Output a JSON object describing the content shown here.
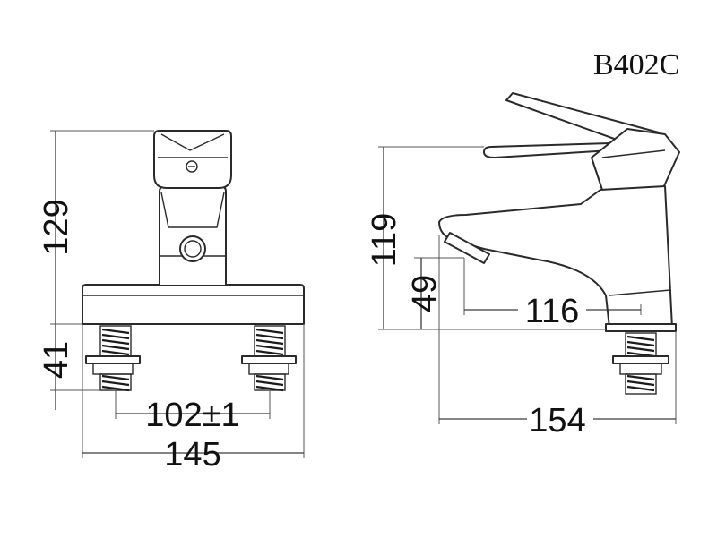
{
  "model": "B402C",
  "front_view": {
    "height_total": "129",
    "thread_length": "41",
    "center_distance": "102±1",
    "base_width": "145"
  },
  "side_view": {
    "height": "119",
    "spout_height": "49",
    "spout_reach": "116",
    "depth": "154"
  }
}
